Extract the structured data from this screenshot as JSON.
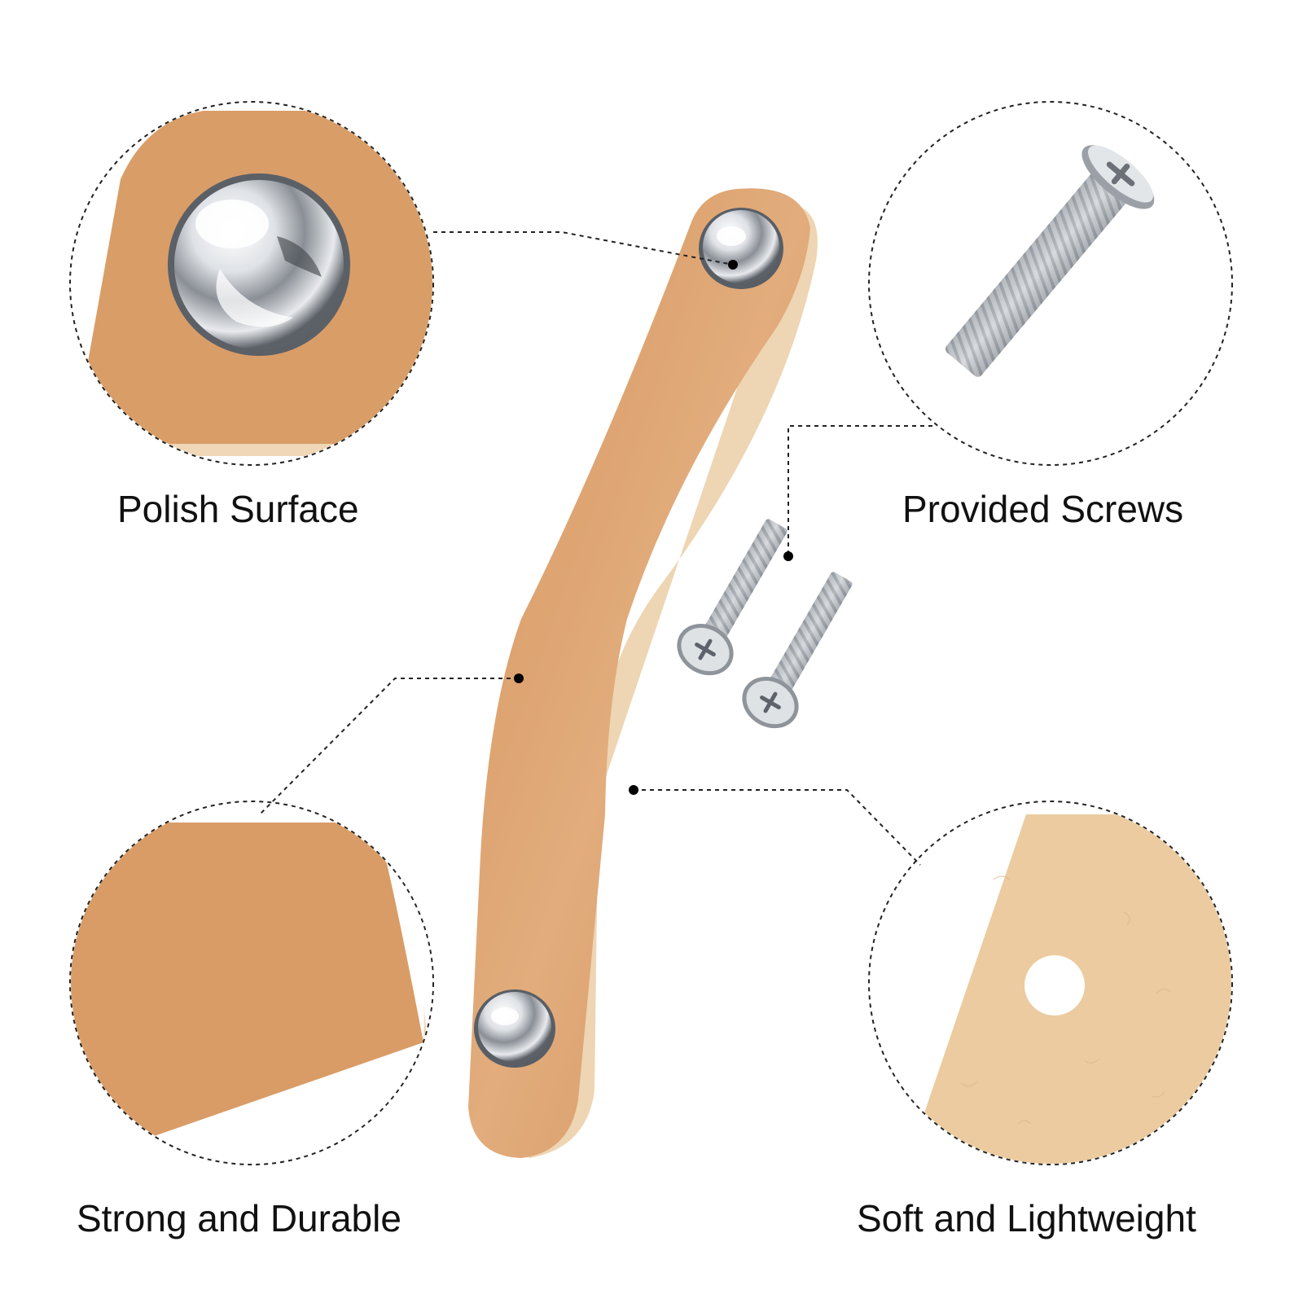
{
  "captions": {
    "polish_surface": "Polish Surface",
    "provided_screws": "Provided Screws",
    "strong_durable": "Strong and Durable",
    "soft_lightweight": "Soft and Lightweight"
  },
  "colors": {
    "leather": "#D89A65",
    "leather_light": "#E3AF80",
    "suede": "#EAC89E",
    "chrome": "#C9CDD2",
    "background": "#FFFFFF",
    "text": "#111111"
  },
  "icons": {
    "rivet": "chrome-rivet-icon",
    "screw": "phillips-screw-icon"
  }
}
